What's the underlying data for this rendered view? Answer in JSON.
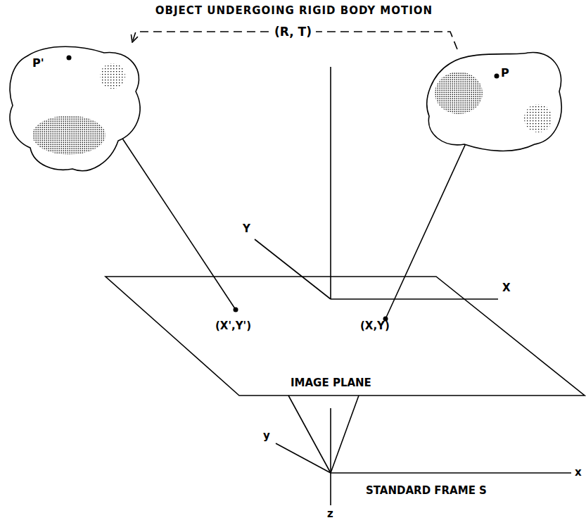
{
  "diagram": {
    "title": "OBJECT UNDERGOING RIGID BODY MOTION",
    "nodes": [
      {
        "text": [
          "P'"
        ]
      },
      {
        "text": [
          "P"
        ]
      }
    ],
    "edges": [
      {
        "from": 1,
        "to": 0,
        "label": "(R, T)",
        "arrow": "to"
      }
    ],
    "labels": [
      "Y",
      "X",
      "(X',Y')",
      "(X,Y)",
      "IMAGE PLANE",
      "y",
      "x",
      "z",
      "STANDARD FRAME S"
    ]
  }
}
